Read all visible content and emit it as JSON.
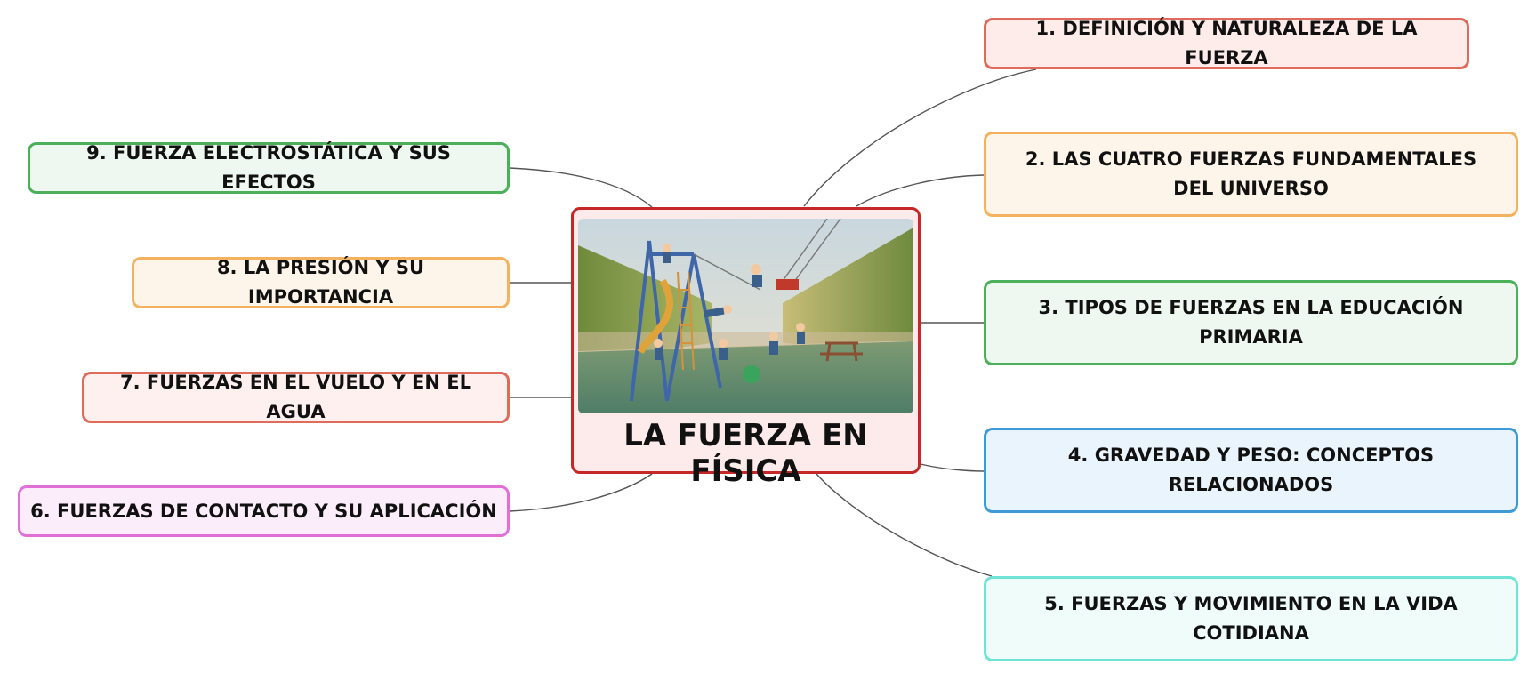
{
  "central": {
    "title": "LA FUERZA EN FÍSICA",
    "image": "playground-illustration"
  },
  "topics": [
    {
      "id": "t1",
      "label": "1. DEFINICIÓN Y NATURALEZA DE LA FUERZA",
      "color": "#e06a5c"
    },
    {
      "id": "t2",
      "label": "2. LAS CUATRO FUERZAS FUNDAMENTALES DEL UNIVERSO",
      "color": "#f3b25f"
    },
    {
      "id": "t3",
      "label": "3. TIPOS DE FUERZAS EN LA EDUCACIÓN PRIMARIA",
      "color": "#4caf5a"
    },
    {
      "id": "t4",
      "label": "4. GRAVEDAD Y PESO: CONCEPTOS RELACIONADOS",
      "color": "#3d9ad6"
    },
    {
      "id": "t5",
      "label": "5. FUERZAS Y MOVIMIENTO EN LA VIDA COTIDIANA",
      "color": "#6fe3d6"
    },
    {
      "id": "t6",
      "label": "6. FUERZAS DE CONTACTO Y SU APLICACIÓN",
      "color": "#e06fd6"
    },
    {
      "id": "t7",
      "label": "7. FUERZAS EN EL VUELO Y EN EL AGUA",
      "color": "#e06a5c"
    },
    {
      "id": "t8",
      "label": "8. LA PRESIÓN Y SU IMPORTANCIA",
      "color": "#f3b25f"
    },
    {
      "id": "t9",
      "label": "9. FUERZA ELECTROSTÁTICA Y SUS EFECTOS",
      "color": "#4caf5a"
    }
  ]
}
